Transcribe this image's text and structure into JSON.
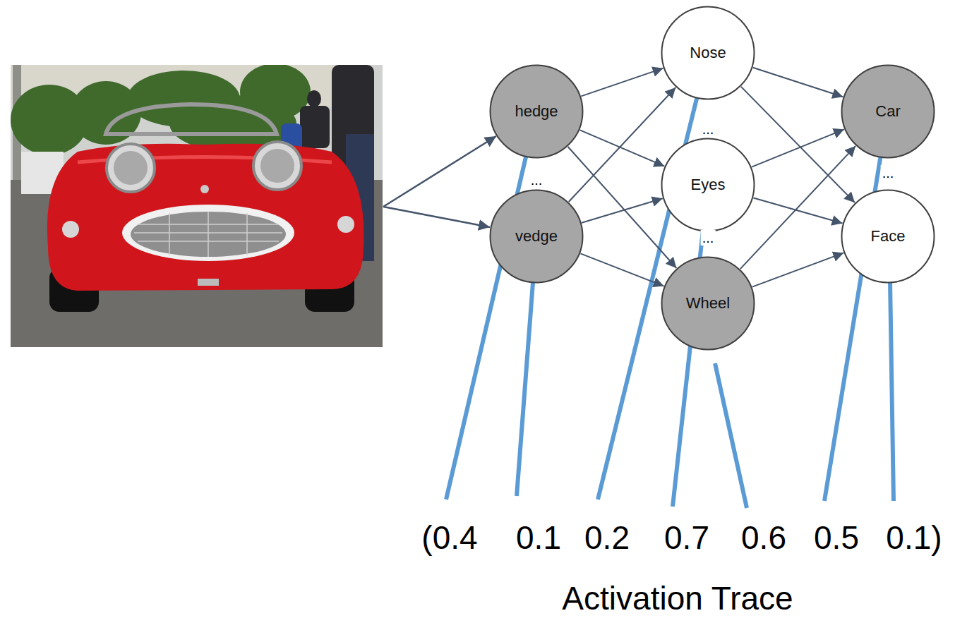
{
  "diagram": {
    "nodes": [
      {
        "text": [
          "hedge"
        ]
      },
      {
        "text": [
          "vedge"
        ]
      },
      {
        "text": [
          "Nose"
        ]
      },
      {
        "text": [
          "Eyes"
        ]
      },
      {
        "text": [
          "Wheel"
        ]
      },
      {
        "text": [
          "Car"
        ]
      },
      {
        "text": [
          "Face"
        ]
      }
    ],
    "edges": [
      {
        "from": 0,
        "to": 2,
        "arrow": "to"
      },
      {
        "from": 0,
        "to": 3,
        "arrow": "to"
      },
      {
        "from": 0,
        "to": 4,
        "arrow": "to"
      },
      {
        "from": 1,
        "to": 2,
        "arrow": "to"
      },
      {
        "from": 1,
        "to": 3,
        "arrow": "to"
      },
      {
        "from": 1,
        "to": 4,
        "arrow": "to"
      },
      {
        "from": 2,
        "to": 5,
        "arrow": "to"
      },
      {
        "from": 2,
        "to": 6,
        "arrow": "to"
      },
      {
        "from": 3,
        "to": 5,
        "arrow": "to"
      },
      {
        "from": 3,
        "to": 6,
        "arrow": "to"
      },
      {
        "from": 4,
        "to": 5,
        "arrow": "to"
      },
      {
        "from": 4,
        "to": 6,
        "arrow": "to"
      }
    ],
    "labels": [
      "...",
      "...",
      "...",
      "...",
      "(0.4",
      "0.1",
      "0.2",
      "0.7",
      "0.6",
      "0.5",
      "0.1)",
      "Activation Trace"
    ]
  }
}
